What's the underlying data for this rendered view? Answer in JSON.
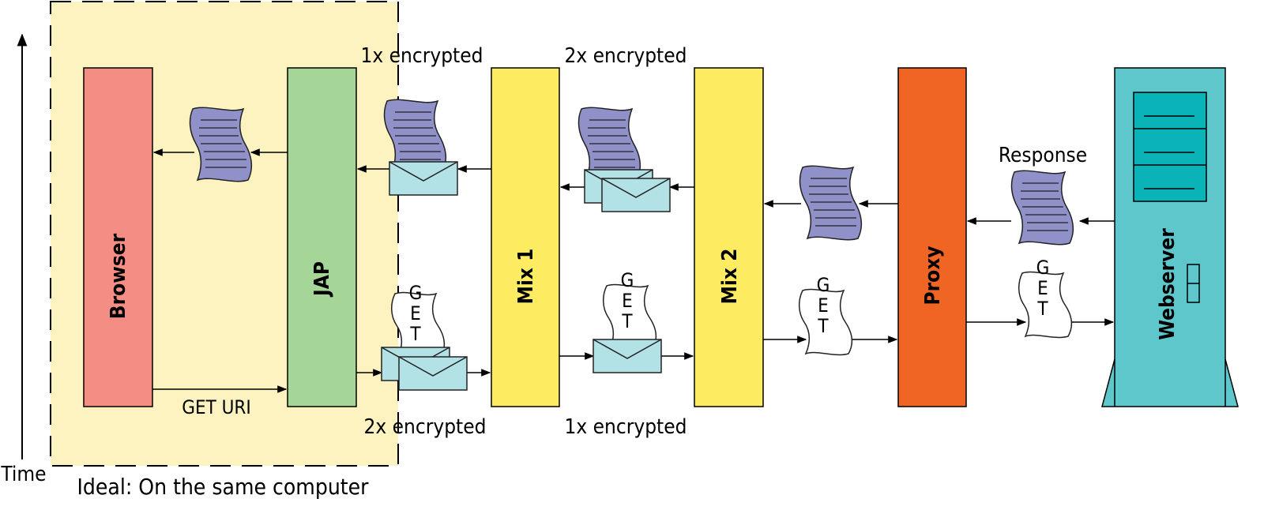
{
  "time_axis": {
    "label": "Time"
  },
  "zone": {
    "label": "Ideal: On the same computer"
  },
  "components": {
    "browser": {
      "label": "Browser",
      "color": "#f48e84"
    },
    "jap": {
      "label": "JAP",
      "color": "#a5d597"
    },
    "mix1": {
      "label": "Mix 1",
      "color": "#fdeb61"
    },
    "mix2": {
      "label": "Mix 2",
      "color": "#fdeb61"
    },
    "proxy": {
      "label": "Proxy",
      "color": "#f06424"
    },
    "webserver": {
      "label": "Webserver",
      "color": "#5ec7cc"
    }
  },
  "labels": {
    "top_left": "1x encrypted",
    "top_mid": "2x encrypted",
    "bottom_left": "2x encrypted",
    "bottom_mid": "1x encrypted",
    "response": "Response",
    "get_uri": "GET URI",
    "get_doc": "GET"
  },
  "colors": {
    "zone_fill": "#fdf3c1",
    "document": "#9191ca",
    "envelope": "#b2e1e6",
    "server_panel": "#0ab3b8"
  }
}
